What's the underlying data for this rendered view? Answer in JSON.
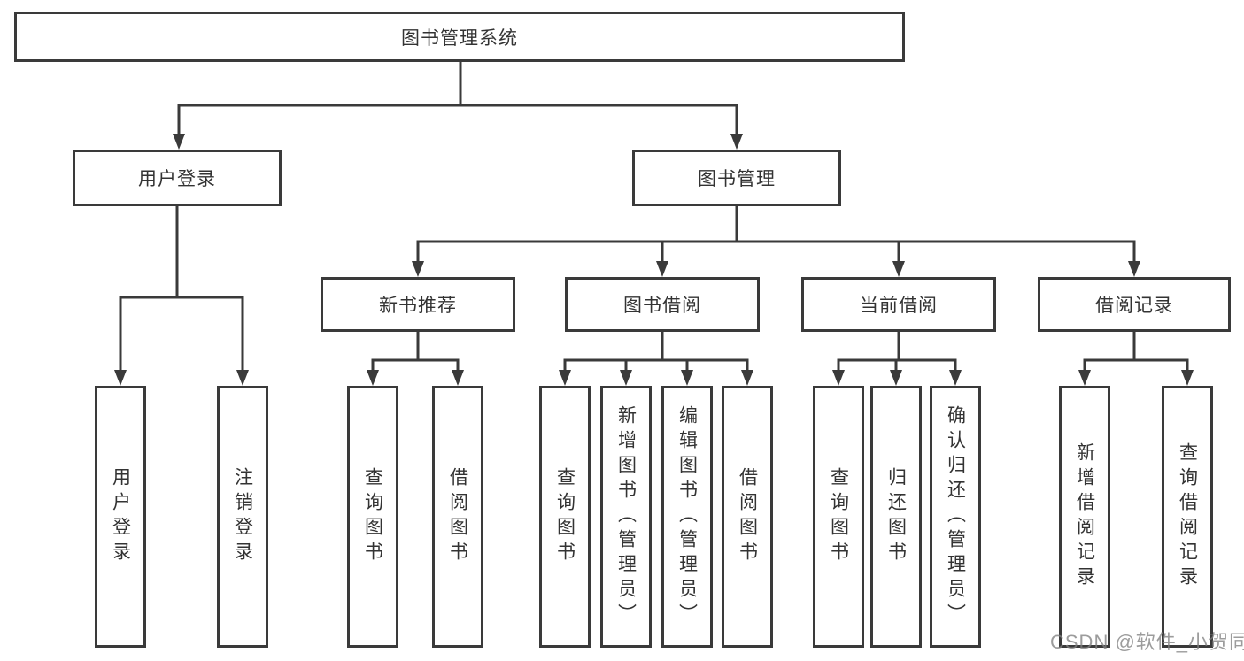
{
  "tree": {
    "label": "图书管理系统",
    "children": [
      {
        "label": "用户登录",
        "children": [
          {
            "label": "用户登录"
          },
          {
            "label": "注销登录"
          }
        ]
      },
      {
        "label": "图书管理",
        "children": [
          {
            "label": "新书推荐",
            "children": [
              {
                "label": "查询图书"
              },
              {
                "label": "借阅图书"
              }
            ]
          },
          {
            "label": "图书借阅",
            "children": [
              {
                "label": "查询图书"
              },
              {
                "label": "新增图书（管理员）"
              },
              {
                "label": "编辑图书（管理员）"
              },
              {
                "label": "借阅图书"
              }
            ]
          },
          {
            "label": "当前借阅",
            "children": [
              {
                "label": "查询图书"
              },
              {
                "label": "归还图书"
              },
              {
                "label": "确认归还（管理员）"
              }
            ]
          },
          {
            "label": "借阅记录",
            "children": [
              {
                "label": "新增借阅记录"
              },
              {
                "label": "查询借阅记录"
              }
            ]
          }
        ]
      }
    ]
  },
  "watermark": {
    "text": "CSDN @软件_小贺同学"
  },
  "colors": {
    "line": "#3a3a3a",
    "box_border": "#3a3a3a",
    "text": "#333333",
    "watermark_gray": "#808080",
    "background": "#ffffff"
  }
}
